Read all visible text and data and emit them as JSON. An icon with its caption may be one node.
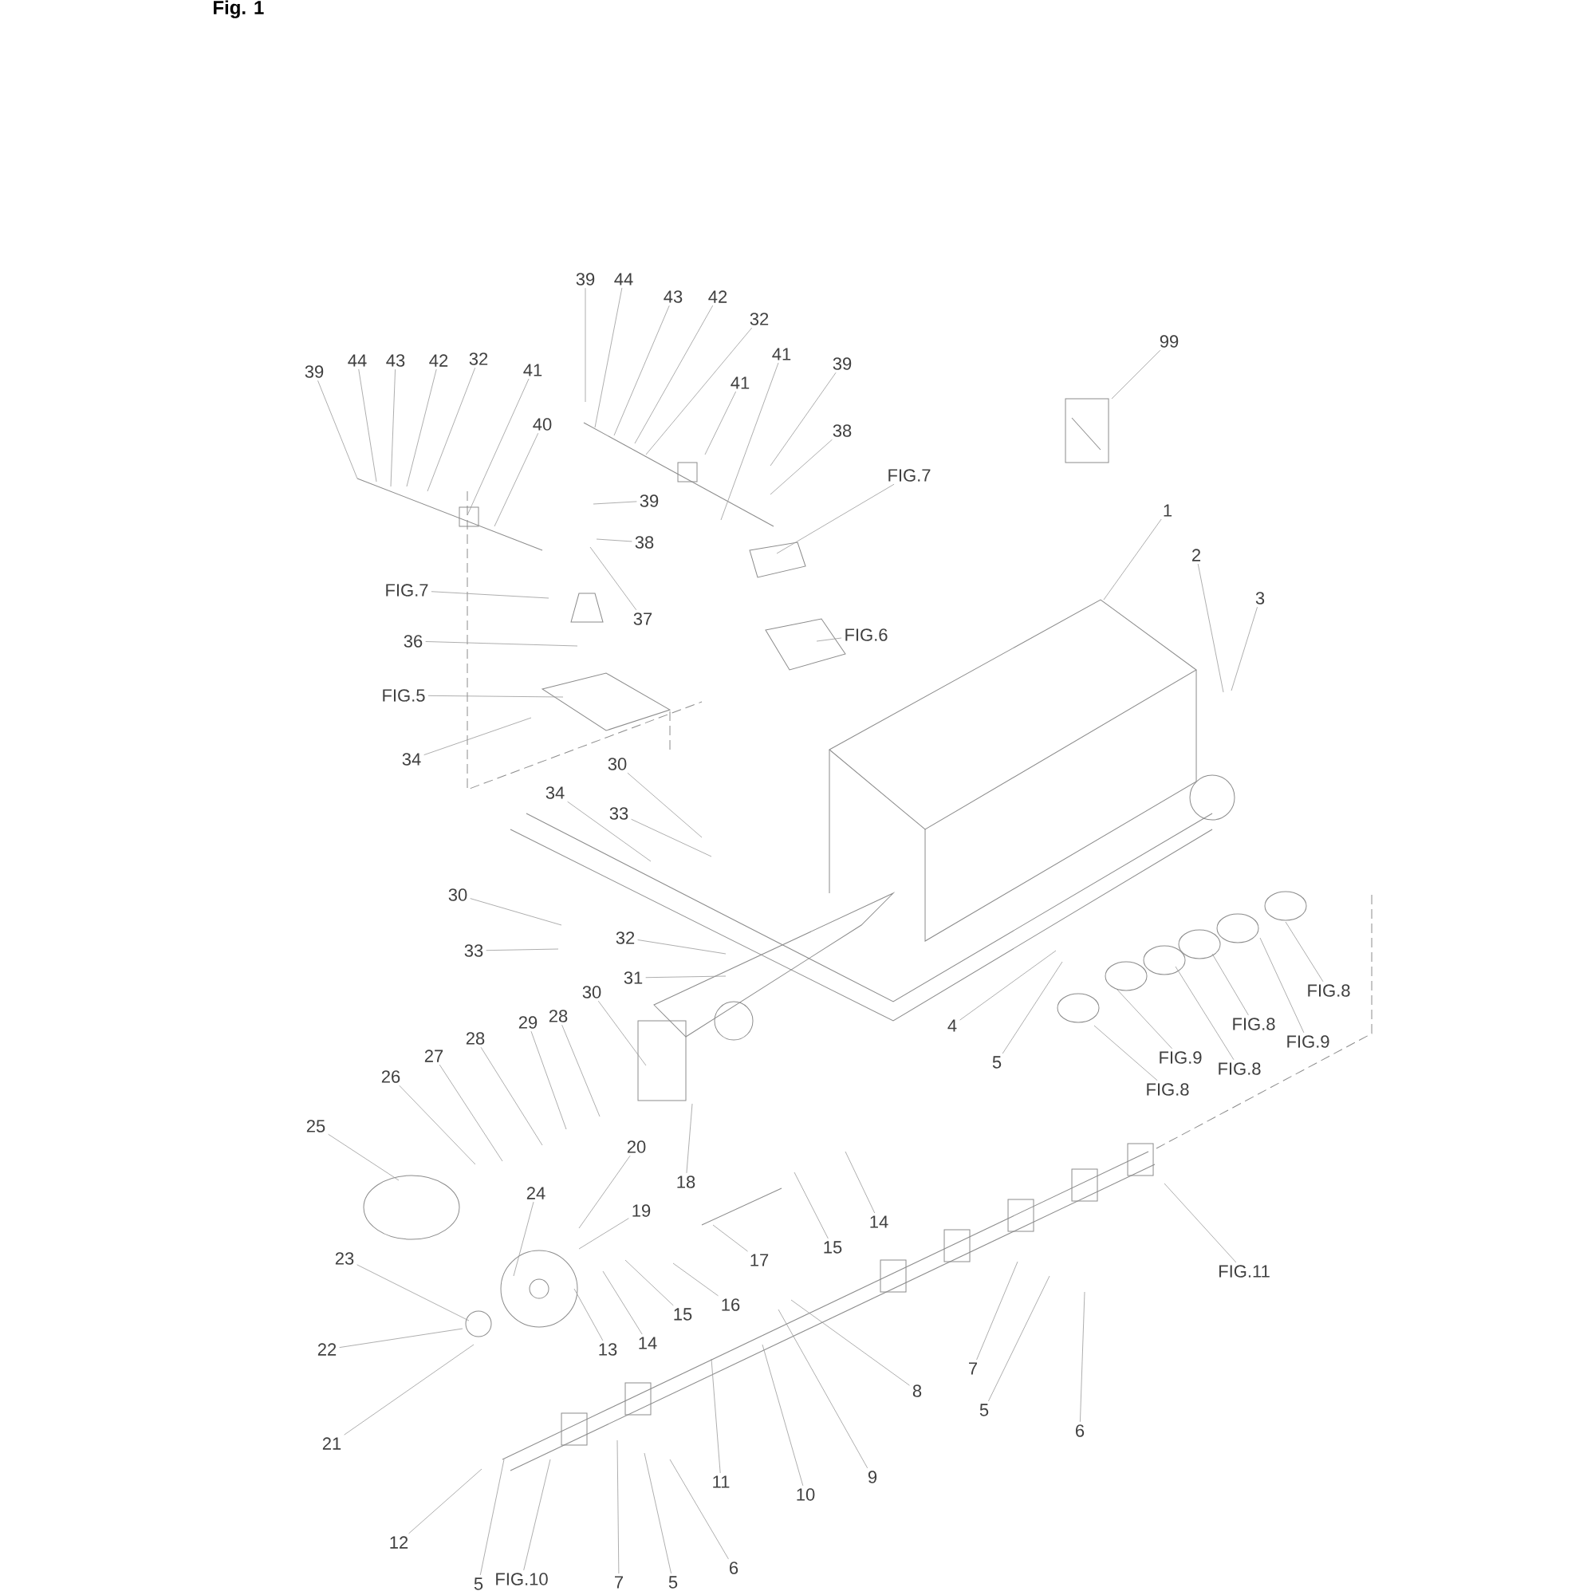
{
  "diagram": {
    "title": "Fig. 1",
    "nodes": [
      {
        "text": [
          "39"
        ]
      },
      {
        "text": [
          "44"
        ]
      },
      {
        "text": [
          "43"
        ]
      },
      {
        "text": [
          "42"
        ]
      },
      {
        "text": [
          "32"
        ]
      },
      {
        "text": [
          "41"
        ]
      },
      {
        "text": [
          "40"
        ]
      },
      {
        "text": [
          "39"
        ]
      },
      {
        "text": [
          "44"
        ]
      },
      {
        "text": [
          "43"
        ]
      },
      {
        "text": [
          "42"
        ]
      },
      {
        "text": [
          "32"
        ]
      },
      {
        "text": [
          "41"
        ]
      },
      {
        "text": [
          "41"
        ]
      },
      {
        "text": [
          "39"
        ]
      },
      {
        "text": [
          "38"
        ]
      },
      {
        "text": [
          "39"
        ]
      },
      {
        "text": [
          "38"
        ]
      },
      {
        "text": [
          "37"
        ]
      },
      {
        "text": [
          "FIG.7"
        ]
      },
      {
        "text": [
          "36"
        ]
      },
      {
        "text": [
          "FIG.5"
        ]
      },
      {
        "text": [
          "34"
        ]
      },
      {
        "text": [
          "FIG.7"
        ]
      },
      {
        "text": [
          "FIG.6"
        ]
      },
      {
        "text": [
          "99"
        ]
      },
      {
        "text": [
          "1"
        ]
      },
      {
        "text": [
          "2"
        ]
      },
      {
        "text": [
          "3"
        ]
      },
      {
        "text": [
          "34"
        ]
      },
      {
        "text": [
          "30"
        ]
      },
      {
        "text": [
          "33"
        ]
      },
      {
        "text": [
          "30"
        ]
      },
      {
        "text": [
          "33"
        ]
      },
      {
        "text": [
          "32"
        ]
      },
      {
        "text": [
          "31"
        ]
      },
      {
        "text": [
          "30"
        ]
      },
      {
        "text": [
          "28"
        ]
      },
      {
        "text": [
          "29"
        ]
      },
      {
        "text": [
          "28"
        ]
      },
      {
        "text": [
          "27"
        ]
      },
      {
        "text": [
          "26"
        ]
      },
      {
        "text": [
          "25"
        ]
      },
      {
        "text": [
          "20"
        ]
      },
      {
        "text": [
          "24"
        ]
      },
      {
        "text": [
          "19"
        ]
      },
      {
        "text": [
          "18"
        ]
      },
      {
        "text": [
          "17"
        ]
      },
      {
        "text": [
          "15"
        ]
      },
      {
        "text": [
          "14"
        ]
      },
      {
        "text": [
          "23"
        ]
      },
      {
        "text": [
          "16"
        ]
      },
      {
        "text": [
          "15"
        ]
      },
      {
        "text": [
          "14"
        ]
      },
      {
        "text": [
          "13"
        ]
      },
      {
        "text": [
          "22"
        ]
      },
      {
        "text": [
          "FIG.11"
        ]
      },
      {
        "text": [
          "7"
        ]
      },
      {
        "text": [
          "8"
        ]
      },
      {
        "text": [
          "5"
        ]
      },
      {
        "text": [
          "9"
        ]
      },
      {
        "text": [
          "21"
        ]
      },
      {
        "text": [
          "6"
        ]
      },
      {
        "text": [
          "11"
        ]
      },
      {
        "text": [
          "10"
        ]
      },
      {
        "text": [
          "12"
        ]
      },
      {
        "text": [
          "5"
        ]
      },
      {
        "text": [
          "FIG.10"
        ]
      },
      {
        "text": [
          "7"
        ]
      },
      {
        "text": [
          "5"
        ]
      },
      {
        "text": [
          "6"
        ]
      },
      {
        "text": [
          "4"
        ]
      },
      {
        "text": [
          "5"
        ]
      },
      {
        "text": [
          "FIG.8"
        ]
      },
      {
        "text": [
          "FIG.8"
        ]
      },
      {
        "text": [
          "FIG.9"
        ]
      },
      {
        "text": [
          "FIG.9"
        ]
      },
      {
        "text": [
          "FIG.8"
        ]
      },
      {
        "text": [
          "FIG.8"
        ]
      }
    ],
    "edges": [
      {
        "from": 0,
        "to": null,
        "arrow": "none"
      },
      {
        "from": 1,
        "to": null,
        "arrow": "none"
      },
      {
        "from": 2,
        "to": null,
        "arrow": "none"
      },
      {
        "from": 3,
        "to": null,
        "arrow": "none"
      },
      {
        "from": 4,
        "to": null,
        "arrow": "none"
      },
      {
        "from": 5,
        "to": null,
        "arrow": "none"
      },
      {
        "from": 6,
        "to": null,
        "arrow": "none"
      },
      {
        "from": 7,
        "to": null,
        "arrow": "none"
      },
      {
        "from": 8,
        "to": null,
        "arrow": "none"
      },
      {
        "from": 9,
        "to": null,
        "arrow": "none"
      },
      {
        "from": 10,
        "to": null,
        "arrow": "none"
      },
      {
        "from": 11,
        "to": null,
        "arrow": "none"
      },
      {
        "from": 12,
        "to": null,
        "arrow": "none"
      },
      {
        "from": 13,
        "to": null,
        "arrow": "none"
      },
      {
        "from": 14,
        "to": null,
        "arrow": "none"
      },
      {
        "from": 15,
        "to": null,
        "arrow": "none"
      },
      {
        "from": 16,
        "to": null,
        "arrow": "none"
      },
      {
        "from": 17,
        "to": null,
        "arrow": "none"
      },
      {
        "from": 18,
        "to": null,
        "arrow": "none"
      },
      {
        "from": 19,
        "to": null,
        "arrow": "none"
      },
      {
        "from": 20,
        "to": null,
        "arrow": "none"
      },
      {
        "from": 21,
        "to": null,
        "arrow": "none"
      },
      {
        "from": 22,
        "to": null,
        "arrow": "none"
      },
      {
        "from": 23,
        "to": null,
        "arrow": "none"
      },
      {
        "from": 24,
        "to": null,
        "arrow": "none"
      },
      {
        "from": 25,
        "to": null,
        "arrow": "none"
      },
      {
        "from": 26,
        "to": null,
        "arrow": "none"
      },
      {
        "from": 27,
        "to": null,
        "arrow": "none"
      },
      {
        "from": 28,
        "to": null,
        "arrow": "none"
      },
      {
        "from": 29,
        "to": null,
        "arrow": "none"
      },
      {
        "from": 30,
        "to": null,
        "arrow": "none"
      },
      {
        "from": 31,
        "to": null,
        "arrow": "none"
      },
      {
        "from": 32,
        "to": null,
        "arrow": "none"
      },
      {
        "from": 33,
        "to": null,
        "arrow": "none"
      },
      {
        "from": 34,
        "to": null,
        "arrow": "none"
      },
      {
        "from": 35,
        "to": null,
        "arrow": "none"
      },
      {
        "from": 36,
        "to": null,
        "arrow": "none"
      },
      {
        "from": 37,
        "to": null,
        "arrow": "none"
      },
      {
        "from": 38,
        "to": null,
        "arrow": "none"
      },
      {
        "from": 39,
        "to": null,
        "arrow": "none"
      },
      {
        "from": 40,
        "to": null,
        "arrow": "none"
      },
      {
        "from": 41,
        "to": null,
        "arrow": "none"
      },
      {
        "from": 42,
        "to": null,
        "arrow": "none"
      },
      {
        "from": 43,
        "to": null,
        "arrow": "none"
      },
      {
        "from": 44,
        "to": null,
        "arrow": "none"
      },
      {
        "from": 45,
        "to": null,
        "arrow": "none"
      },
      {
        "from": 46,
        "to": null,
        "arrow": "none"
      },
      {
        "from": 47,
        "to": null,
        "arrow": "none"
      },
      {
        "from": 48,
        "to": null,
        "arrow": "none"
      },
      {
        "from": 49,
        "to": null,
        "arrow": "none"
      },
      {
        "from": 50,
        "to": null,
        "arrow": "none"
      },
      {
        "from": 51,
        "to": null,
        "arrow": "none"
      },
      {
        "from": 52,
        "to": null,
        "arrow": "none"
      },
      {
        "from": 53,
        "to": null,
        "arrow": "none"
      },
      {
        "from": 54,
        "to": null,
        "arrow": "none"
      },
      {
        "from": 55,
        "to": null,
        "arrow": "none"
      },
      {
        "from": 56,
        "to": null,
        "arrow": "none"
      },
      {
        "from": 57,
        "to": null,
        "arrow": "none"
      },
      {
        "from": 58,
        "to": null,
        "arrow": "none"
      },
      {
        "from": 59,
        "to": null,
        "arrow": "none"
      },
      {
        "from": 60,
        "to": null,
        "arrow": "none"
      },
      {
        "from": 61,
        "to": null,
        "arrow": "none"
      },
      {
        "from": 62,
        "to": null,
        "arrow": "none"
      },
      {
        "from": 63,
        "to": null,
        "arrow": "none"
      },
      {
        "from": 64,
        "to": null,
        "arrow": "none"
      },
      {
        "from": 65,
        "to": null,
        "arrow": "none"
      },
      {
        "from": 66,
        "to": null,
        "arrow": "none"
      },
      {
        "from": 67,
        "to": null,
        "arrow": "none"
      },
      {
        "from": 68,
        "to": null,
        "arrow": "none"
      },
      {
        "from": 69,
        "to": null,
        "arrow": "none"
      },
      {
        "from": 70,
        "to": null,
        "arrow": "none"
      },
      {
        "from": 71,
        "to": null,
        "arrow": "none"
      },
      {
        "from": 72,
        "to": null,
        "arrow": "none"
      },
      {
        "from": 73,
        "to": null,
        "arrow": "none"
      },
      {
        "from": 74,
        "to": null,
        "arrow": "none"
      },
      {
        "from": 75,
        "to": null,
        "arrow": "none"
      },
      {
        "from": 76,
        "to": null,
        "arrow": "none"
      },
      {
        "from": 77,
        "to": null,
        "arrow": "none"
      },
      {
        "from": 78,
        "to": null,
        "arrow": "none"
      }
    ]
  }
}
